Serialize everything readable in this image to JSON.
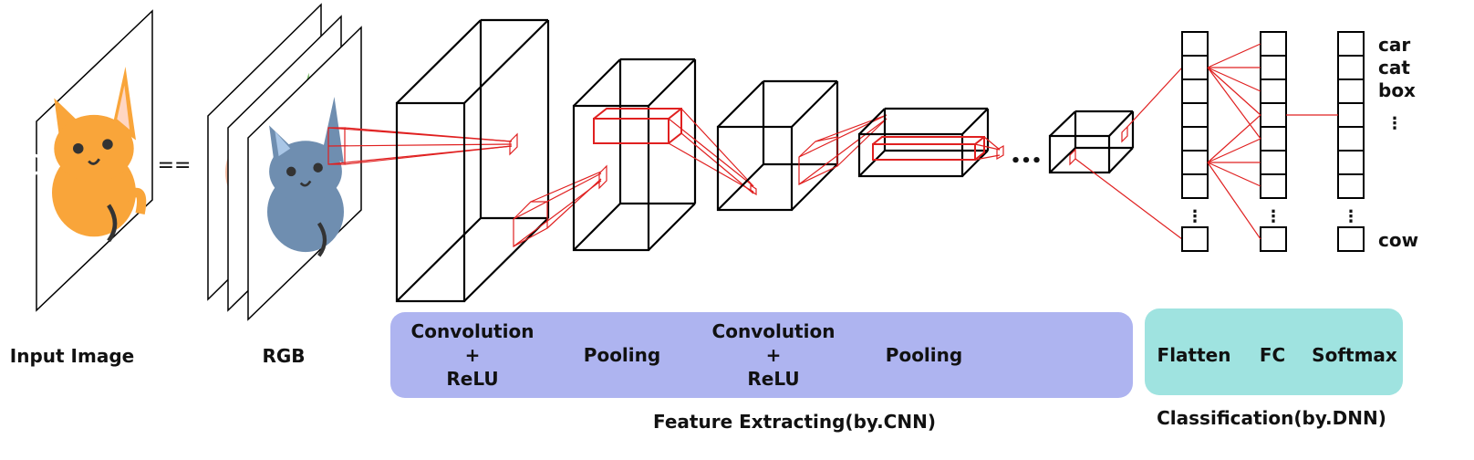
{
  "stages": {
    "input_image": "Input Image",
    "rgb": "RGB",
    "equals_sign": "=="
  },
  "cnn_panel": {
    "conv1": [
      "Convolution",
      "+",
      "ReLU"
    ],
    "pool1": "Pooling",
    "conv2": [
      "Convolution",
      "+",
      "ReLU"
    ],
    "pool2": "Pooling",
    "caption": "Feature Extracting(by.CNN)",
    "color": "#aeb4f0"
  },
  "dnn_panel": {
    "flatten": "Flatten",
    "fc": "FC",
    "softmax": "Softmax",
    "caption": "Classification(by.DNN)",
    "color": "#9fe3e0"
  },
  "outputs": {
    "labels": [
      "car",
      "cat",
      "box"
    ],
    "last": "cow",
    "vdots": "⋮"
  },
  "continuation": "•••",
  "colors": {
    "cat_input": "#f9a53a",
    "cat_red": "#f5b79a",
    "cat_green": "#7cba6b",
    "cat_blue": "#6f8eb0",
    "connection": "#e02020"
  }
}
